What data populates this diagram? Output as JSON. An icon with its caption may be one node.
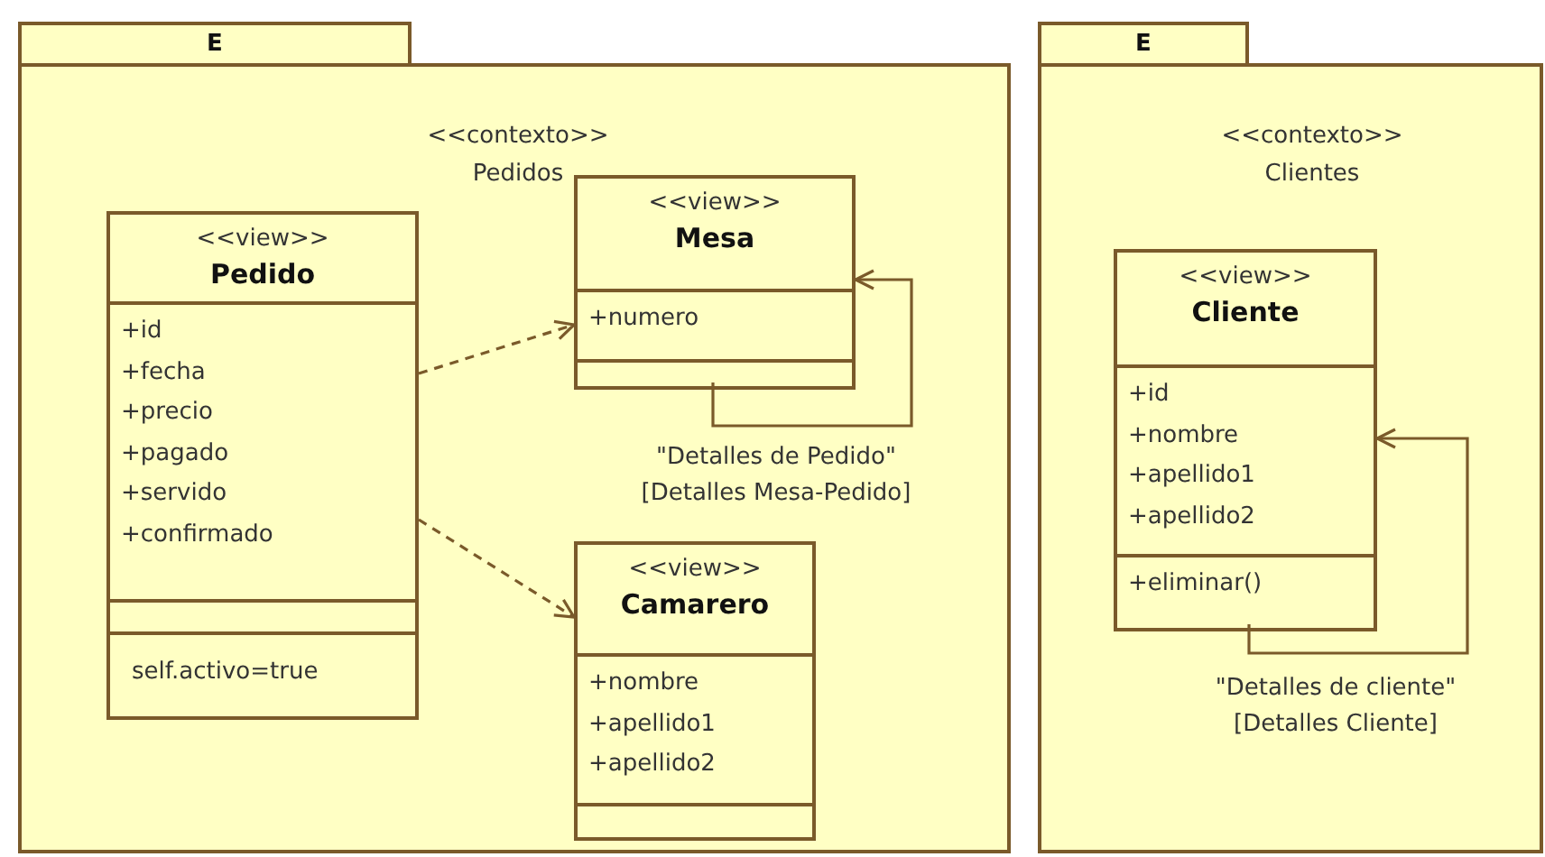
{
  "diagram": {
    "nodes": [
      {
        "text": [
          "E",
          "<<contexto>> Pedidos"
        ]
      },
      {
        "text": [
          "<<view>>",
          "Pedido",
          "+id +fecha +precio +pagado +servido +confirmado",
          "self.activo=true"
        ],
        "in": 0
      },
      {
        "text": [
          "<<view>>",
          "Mesa",
          "+numero"
        ],
        "in": 0
      },
      {
        "text": [
          "<<view>>",
          "Camarero",
          "+nombre +apellido1 +apellido2"
        ],
        "in": 0
      },
      {
        "text": [
          "E",
          "<<contexto>> Clientes"
        ]
      },
      {
        "text": [
          "<<view>>",
          "Cliente",
          "+id +nombre +apellido1 +apellido2",
          "+eliminar()"
        ],
        "in": 4
      }
    ],
    "edges": [
      {
        "from": 1,
        "to": 2,
        "arrow": "to",
        "style": "dashed"
      },
      {
        "from": 1,
        "to": 3,
        "arrow": "to",
        "style": "dashed"
      },
      {
        "from": 2,
        "to": 2,
        "arrow": "to",
        "label": "\"Detalles de Pedido\" [Detalles Mesa-Pedido]"
      },
      {
        "from": 5,
        "to": 5,
        "arrow": "to",
        "label": "\"Detalles de cliente\" [Detalles Cliente]"
      }
    ]
  }
}
